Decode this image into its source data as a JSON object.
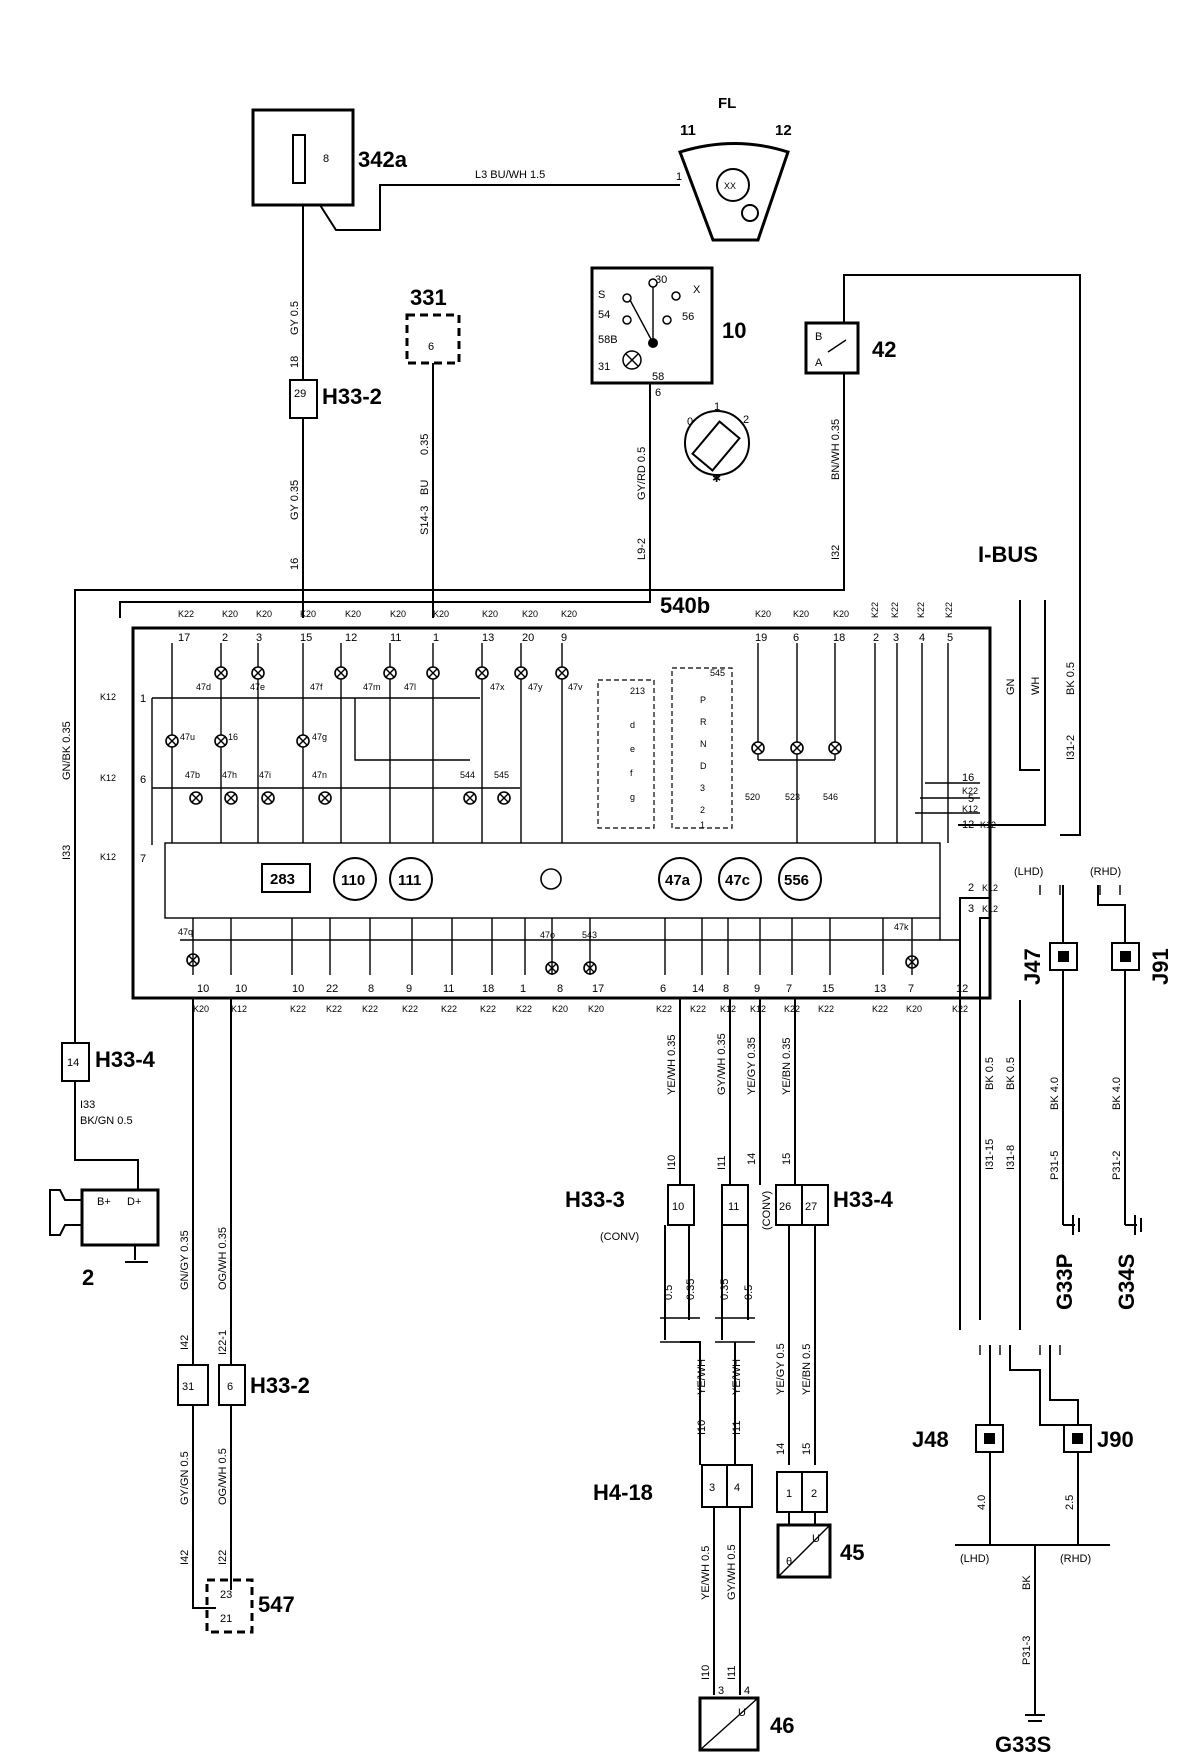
{
  "components": {
    "fuse_342a": {
      "label": "342a",
      "pin": "8"
    },
    "fl": {
      "label": "FL",
      "bulb_11": "11",
      "bulb_12": "12",
      "pin": "1"
    },
    "comp_331": {
      "label": "331",
      "pin": "6"
    },
    "switch_10": {
      "label": "10",
      "pins": [
        "30",
        "S",
        "X",
        "54",
        "56",
        "58B",
        "31",
        "58",
        "6"
      ]
    },
    "switch_positions": [
      "0",
      "1",
      "2"
    ],
    "relay_42": {
      "label": "42",
      "pins": [
        "B",
        "A"
      ]
    },
    "ibus": {
      "label": "I-BUS"
    },
    "main_540b": {
      "label": "540b"
    },
    "module_283": "283",
    "gauge_110": "110",
    "gauge_111": "111",
    "gauge_47a": "47a",
    "gauge_47c": "47c",
    "gauge_556": "556",
    "comp_2": {
      "label": "2",
      "pins": [
        "B+",
        "D+"
      ]
    },
    "comp_45": {
      "label": "45"
    },
    "comp_46": {
      "label": "46"
    },
    "comp_547": {
      "label": "547",
      "pins": [
        "23",
        "21"
      ]
    },
    "j47": "J47",
    "j91": "J91",
    "j48": "J48",
    "j90": "J90",
    "g33p": "G33P",
    "g34s": "G34S",
    "g33s": "G33S"
  },
  "connectors": {
    "h33_2_top": {
      "label": "H33-2",
      "pin": "29"
    },
    "h33_4_left": {
      "label": "H33-4",
      "pin": "14"
    },
    "h33_3": {
      "label": "H33-3",
      "pins": [
        "10",
        "11"
      ]
    },
    "h33_4_mid": {
      "label": "H33-4",
      "pins": [
        "26",
        "27"
      ]
    },
    "h33_2_bottom": {
      "label": "H33-2",
      "pins": [
        "31",
        "6"
      ]
    },
    "h4_18": {
      "label": "H4-18",
      "pins": [
        "3",
        "4"
      ]
    },
    "c45_pins": [
      "1",
      "2"
    ],
    "c46_pins": [
      "3",
      "4"
    ]
  },
  "wire_labels": {
    "l3": "L3  BU/WH 1.5",
    "gy05": "GY 0.5",
    "w18": "18",
    "gy035": "GY 0.35",
    "w16": "16",
    "s14_3": "S14-3",
    "bu": "BU",
    "bu035": "0.35",
    "l9_2": "L9-2",
    "gyrd05": "GY/RD 0.5",
    "w6": "6",
    "bnwh035": "BN/WH 0.35",
    "i32": "I32",
    "gn": "GN",
    "wh": "WH",
    "bk05": "BK 0.5",
    "i31_2": "I31-2",
    "i33": "I33",
    "gnbk035": "GN/BK 0.35",
    "i33b": "I33",
    "bkgn05": "BK/GN  0.5",
    "lhd": "(LHD)",
    "rhd": "(RHD)",
    "gngy035": "GN/GY 0.35",
    "ogwh035": "OG/WH 0.35",
    "i42": "I42",
    "i22_1": "I22-1",
    "gygn05": "GY/GN 0.5",
    "ogwh05": "OG/WH 0.5",
    "i42b": "I42",
    "i22": "I22",
    "yewh035": "YE/WH 0.35",
    "gywh035": "GY/WH 0.35",
    "yegy035": "YE/GY 0.35",
    "yebn035": "YE/BN 0.35",
    "i10": "I10",
    "i11": "I11",
    "w14": "14",
    "w15": "15",
    "conv": "(CONV)",
    "v05a": "0.5",
    "v035a": "0.35",
    "v035b": "0.35",
    "v05b": "0.5",
    "yewh": "YE/WH",
    "yewh2": "YE/WH",
    "i10b": "I10",
    "i11b": "I11",
    "yegy05": "YE/GY  0.5",
    "yebn05": "YE/BN  0.5",
    "w14b": "14",
    "w15b": "15",
    "yewh05": "YE/WH 0.5",
    "gywh05": "GY/WH 0.5",
    "i10c": "I10",
    "i11c": "I11",
    "bk05a": "BK 0.5",
    "bk05b": "BK 0.5",
    "i31_15": "I31-15",
    "i31_8": "I31-8",
    "bk40a": "BK 4.0",
    "bk40b": "BK 4.0",
    "p31_5": "P31-5",
    "p31_2": "P31-2",
    "w40": "4.0",
    "w25": "2.5",
    "p31_3": "P31-3",
    "bk": "BK"
  },
  "top_pins": [
    {
      "k": "K22",
      "n": "17"
    },
    {
      "k": "K20",
      "n": "2"
    },
    {
      "k": "K20",
      "n": "3"
    },
    {
      "k": "K20",
      "n": "15"
    },
    {
      "k": "K20",
      "n": "12"
    },
    {
      "k": "K20",
      "n": "11"
    },
    {
      "k": "K20",
      "n": "1"
    },
    {
      "k": "K20",
      "n": "13"
    },
    {
      "k": "K20",
      "n": "20"
    },
    {
      "k": "K20",
      "n": "9"
    },
    {
      "k": "K20",
      "n": "19"
    },
    {
      "k": "K20",
      "n": "6"
    },
    {
      "k": "K20",
      "n": "18"
    },
    {
      "k": "K22",
      "n": "2"
    },
    {
      "k": "K22",
      "n": "3"
    },
    {
      "k": "K22",
      "n": "4"
    },
    {
      "k": "K22",
      "n": "5"
    }
  ],
  "bottom_pins": [
    {
      "n": "10",
      "k": "K20"
    },
    {
      "n": "10",
      "k": "K12"
    },
    {
      "n": "10",
      "k": "K22"
    },
    {
      "n": "22",
      "k": "K22"
    },
    {
      "n": "8",
      "k": "K22"
    },
    {
      "n": "9",
      "k": "K22"
    },
    {
      "n": "11",
      "k": "K22"
    },
    {
      "n": "18",
      "k": "K22"
    },
    {
      "n": "1",
      "k": "K22"
    },
    {
      "n": "8",
      "k": "K20"
    },
    {
      "n": "17",
      "k": "K20"
    },
    {
      "n": "6",
      "k": "K22"
    },
    {
      "n": "14",
      "k": "K22"
    },
    {
      "n": "8",
      "k": "K12"
    },
    {
      "n": "9",
      "k": "K12"
    },
    {
      "n": "7",
      "k": "K22"
    },
    {
      "n": "15",
      "k": "K22"
    },
    {
      "n": "13",
      "k": "K22"
    },
    {
      "n": "7",
      "k": "K20"
    },
    {
      "n": "12",
      "k": "K22"
    }
  ],
  "left_pins": [
    {
      "k": "K12",
      "n": "1"
    },
    {
      "k": "K12",
      "n": "6"
    },
    {
      "k": "K12",
      "n": "7"
    }
  ],
  "right_pins": [
    {
      "n": "16",
      "k": "K22"
    },
    {
      "n": "5",
      "k": "K12"
    },
    {
      "n": "12",
      "k": "K12"
    },
    {
      "n": "2",
      "k": "K12"
    },
    {
      "n": "3",
      "k": "K12"
    }
  ],
  "lamps": {
    "r1": [
      "47d",
      "47e",
      "47f",
      "47m",
      "47l",
      "47x",
      "47y",
      "47v"
    ],
    "r2": [
      "47u",
      "16",
      "47g"
    ],
    "r3": [
      "47b",
      "47h",
      "47i",
      "47n",
      "544",
      "545"
    ],
    "right": [
      "520",
      "523",
      "546"
    ],
    "bottom": [
      "47q",
      "47o",
      "543",
      "47k"
    ]
  },
  "indicators": {
    "left": [
      "213",
      "d",
      "e",
      "f",
      "g"
    ],
    "right": [
      "545",
      "P",
      "R",
      "N",
      "D",
      "3",
      "2",
      "1"
    ]
  }
}
